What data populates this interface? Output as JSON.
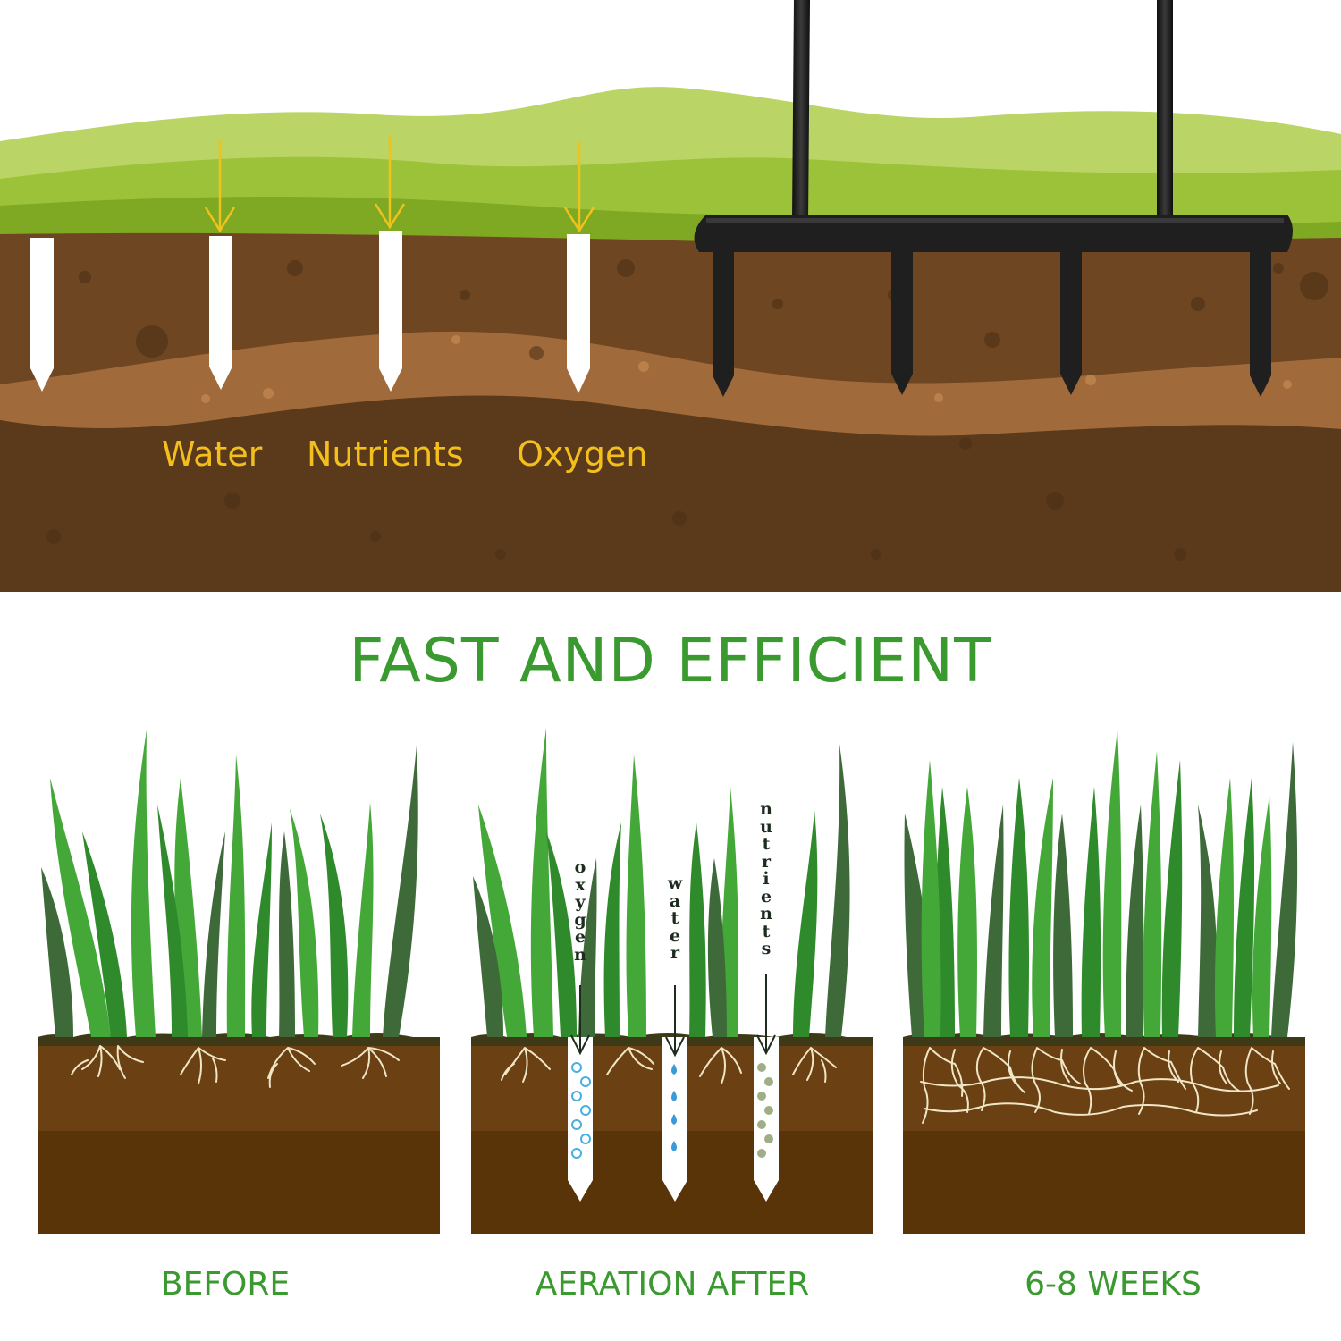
{
  "top": {
    "labels": {
      "water": "Water",
      "nutrients": "Nutrients",
      "oxygen": "Oxygen"
    }
  },
  "headline": "FAST AND EFFICIENT",
  "panels": {
    "before": {
      "caption": "BEFORE"
    },
    "aeration": {
      "caption": "AERATION AFTER",
      "words": {
        "oxygen": "oxygen",
        "water": "water",
        "nutrients": "nutrients"
      }
    },
    "weeks": {
      "caption": "6-8 WEEKS"
    }
  },
  "colors": {
    "label_yellow": "#f2bf1d",
    "title_green": "#3a9a2f",
    "soil_dark": "#5a3a1b",
    "soil_light": "#a06a3a",
    "grass_light": "#bad465",
    "grass_mid": "#8ab22a",
    "tool_black": "#1f1f1f"
  }
}
